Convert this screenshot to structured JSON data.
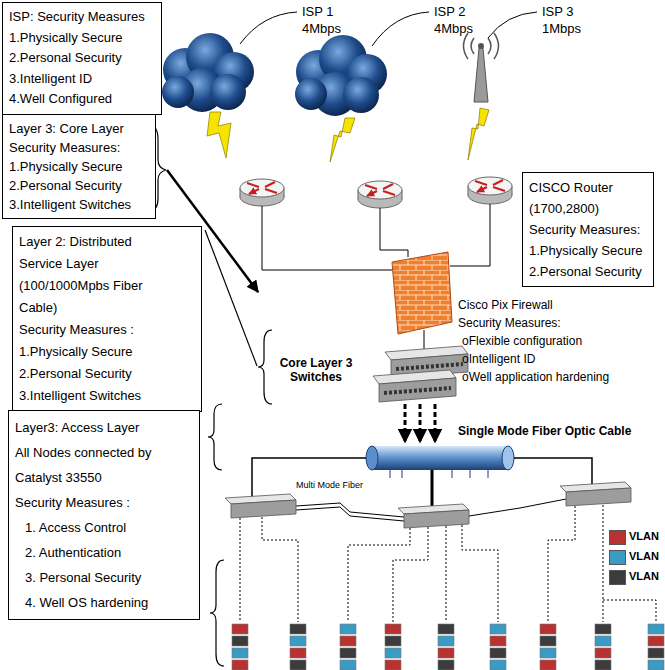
{
  "diagram": {
    "nodes": [
      {
        "text": [
          "ISP: Security Measures",
          "1.Physically Secure",
          "2.Personal Security",
          "3.Intelligent ID",
          "4.Well Configured"
        ]
      },
      {
        "text": [
          "Layer 3: Core Layer",
          "Security Measures:",
          "1.Physically Secure",
          "2.Personal Security",
          "3.Intelligent Switches"
        ]
      },
      {
        "text": [
          "CISCO Router",
          "(1700,2800)",
          "Security Measures:",
          "1.Physically Secure",
          "2.Personal Security"
        ]
      },
      {
        "text": [
          "Layer 2: Distributed Service Layer (100/1000Mpbs Fiber Cable)",
          "Security Measures :",
          "1.Physically Secure",
          "2.Personal Security",
          "3.Intelligent Switches"
        ]
      },
      {
        "text": [
          "Layer3: Access Layer",
          "All Nodes connected by Catalyst 33550",
          "Security Measures :",
          "1. Access Control",
          "2. Authentication",
          "3. Personal Security",
          "4. Well OS hardening"
        ]
      }
    ],
    "labels": [
      "ISP 1",
      "4Mbps",
      "ISP 2",
      "4Mbps",
      "ISP 3",
      "1Mbps",
      "Cisco Pix Firewall",
      "Security Measures:",
      "oFlexible configuration",
      "oIntelligent ID",
      "oWell application hardening",
      "Core Layer 3 Switches",
      "Single Mode Fiber Optic Cable",
      "Multi Mode Fiber"
    ],
    "legend": [
      {
        "text": "VLAN",
        "color": "#b83232"
      },
      {
        "text": "VLAN",
        "color": "#3a9cc4"
      },
      {
        "text": "VLAN",
        "color": "#3c3c3c"
      }
    ]
  }
}
